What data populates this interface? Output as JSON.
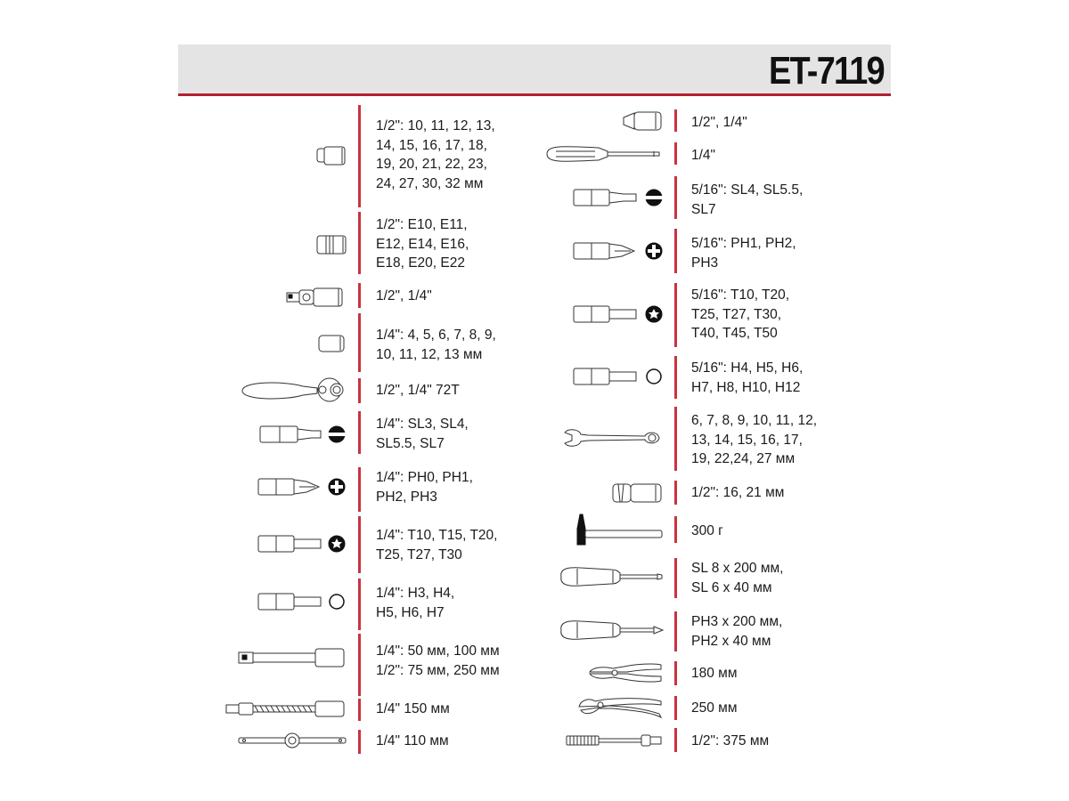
{
  "header": {
    "title": "ET-7119"
  },
  "colors": {
    "accent": "#c8343f",
    "header_bg": "#e4e4e4",
    "header_line": "#b3202f"
  },
  "left_items": [
    {
      "icon": "socket-icon",
      "lines": [
        "1/2\": 10, 11, 12, 13,",
        "14, 15, 16, 17, 18,",
        "19, 20, 21, 22, 23,",
        "24, 27, 30, 32 мм"
      ]
    },
    {
      "icon": "e-torx-socket-icon",
      "lines": [
        "1/2\": E10, E11,",
        "E12, E14, E16,",
        "E18, E20, E22"
      ]
    },
    {
      "icon": "universal-joint-icon",
      "lines": [
        "1/2\", 1/4\""
      ]
    },
    {
      "icon": "small-socket-icon",
      "lines": [
        "1/4\": 4, 5, 6, 7, 8, 9,",
        "10, 11, 12, 13 мм"
      ]
    },
    {
      "icon": "ratchet-icon",
      "lines": [
        "1/2\", 1/4\" 72T"
      ]
    },
    {
      "icon": "slotted-bit-icon",
      "lines": [
        "1/4\": SL3, SL4,",
        "SL5.5, SL7"
      ]
    },
    {
      "icon": "phillips-bit-icon",
      "lines": [
        "1/4\": PH0, PH1,",
        "PH2, PH3"
      ]
    },
    {
      "icon": "torx-bit-icon",
      "lines": [
        "1/4\": T10, T15, T20,",
        "T25, T27, T30"
      ]
    },
    {
      "icon": "hex-bit-icon",
      "lines": [
        "1/4\": H3, H4,",
        "H5, H6, H7"
      ]
    },
    {
      "icon": "extension-bar-icon",
      "lines": [
        "1/4\": 50 мм, 100 мм",
        "1/2\": 75 мм, 250 мм"
      ]
    },
    {
      "icon": "flexible-extension-icon",
      "lines": [
        "1/4\" 150 мм"
      ]
    },
    {
      "icon": "t-handle-icon",
      "lines": [
        "1/4\" 110 мм"
      ]
    }
  ],
  "right_items": [
    {
      "icon": "bit-adapter-icon",
      "lines": [
        "1/2\", 1/4\""
      ]
    },
    {
      "icon": "bit-driver-icon",
      "lines": [
        "1/4\""
      ]
    },
    {
      "icon": "slotted-bit-icon",
      "lines": [
        "5/16\": SL4, SL5.5,",
        "SL7"
      ]
    },
    {
      "icon": "phillips-bit-icon",
      "lines": [
        "5/16\": PH1, PH2,",
        "PH3"
      ]
    },
    {
      "icon": "torx-bit-icon",
      "lines": [
        "5/16\": T10, T20,",
        "T25, T27, T30,",
        "T40, T45, T50"
      ]
    },
    {
      "icon": "hex-bit-icon",
      "lines": [
        "5/16\": H4, H5, H6,",
        "H7, H8, H10, H12"
      ]
    },
    {
      "icon": "combination-wrench-icon",
      "lines": [
        "6, 7, 8, 9, 10, 11, 12,",
        "13, 14, 15, 16, 17,",
        "19, 22,24, 27 мм"
      ]
    },
    {
      "icon": "spark-plug-socket-icon",
      "lines": [
        "1/2\": 16, 21 мм"
      ]
    },
    {
      "icon": "hammer-icon",
      "lines": [
        "300 г"
      ]
    },
    {
      "icon": "slotted-screwdriver-icon",
      "lines": [
        "SL 8 x 200 мм,",
        "SL 6 x 40 мм"
      ]
    },
    {
      "icon": "phillips-screwdriver-icon",
      "lines": [
        "PH3 x 200 мм,",
        "PH2 x 40 мм"
      ]
    },
    {
      "icon": "combination-pliers-icon",
      "lines": [
        "180 мм"
      ]
    },
    {
      "icon": "water-pump-pliers-icon",
      "lines": [
        "250 мм"
      ]
    },
    {
      "icon": "breaker-bar-icon",
      "lines": [
        "1/2\": 375 мм"
      ]
    }
  ]
}
